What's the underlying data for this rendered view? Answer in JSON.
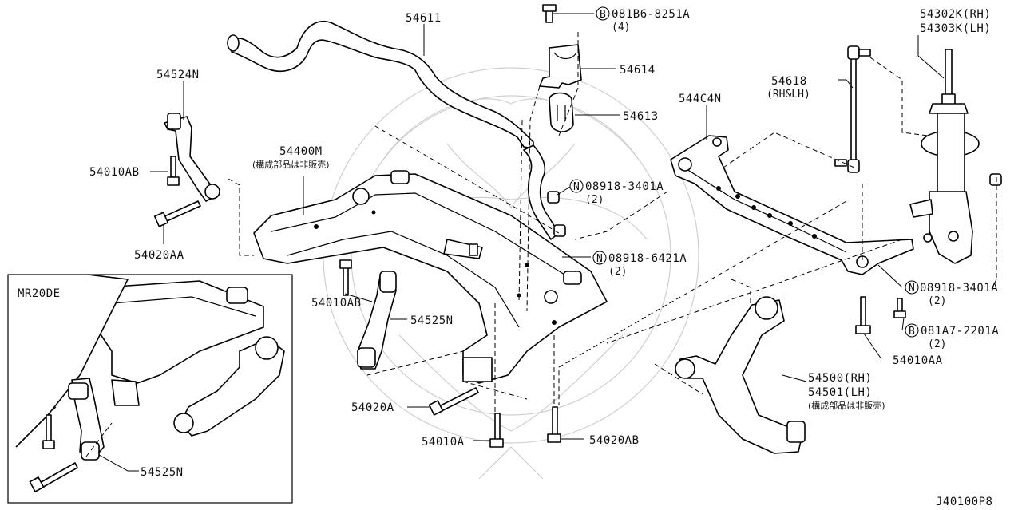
{
  "labels": {
    "p54611": "54611",
    "p54614": "54614",
    "p54613": "54613",
    "bolt_b_code": "081B6-8251A",
    "bolt_b_qty": "(4)",
    "b_symbol": "B",
    "n_symbol": "N",
    "p54302k": "54302K(RH)",
    "p54303k": "54303K(LH)",
    "p54618": "54618",
    "p54618_note": "(RH&LH)",
    "p544c4n": "544C4N",
    "p54524n": "54524N",
    "p54400m": "54400M",
    "p54400m_note": "(構成部品は非販売)",
    "p54010ab_left": "54010AB",
    "p54020aa_left": "54020AA",
    "nut1_code": "08918-3401A",
    "nut1_qty": "(2)",
    "nut2_code": "08918-6421A",
    "nut2_qty": "(2)",
    "nut3_code": "08918-3401A",
    "nut3_qty": "(2)",
    "bolt_b2_code": "081A7-2201A",
    "bolt_b2_qty": "(2)",
    "p54010aa": "54010AA",
    "p54010ab_mid": "54010AB",
    "p54525n_mid": "54525N",
    "p54500": "54500(RH)",
    "p54501": "54501(LH)",
    "p54500_note": "(構成部品は非販売)",
    "p54020a": "54020A",
    "p54010a": "54010A",
    "p54020ab": "54020AB",
    "inset_title": "MR20DE",
    "p54525n_inset": "54525N",
    "diagram_code": "J40100P8"
  }
}
